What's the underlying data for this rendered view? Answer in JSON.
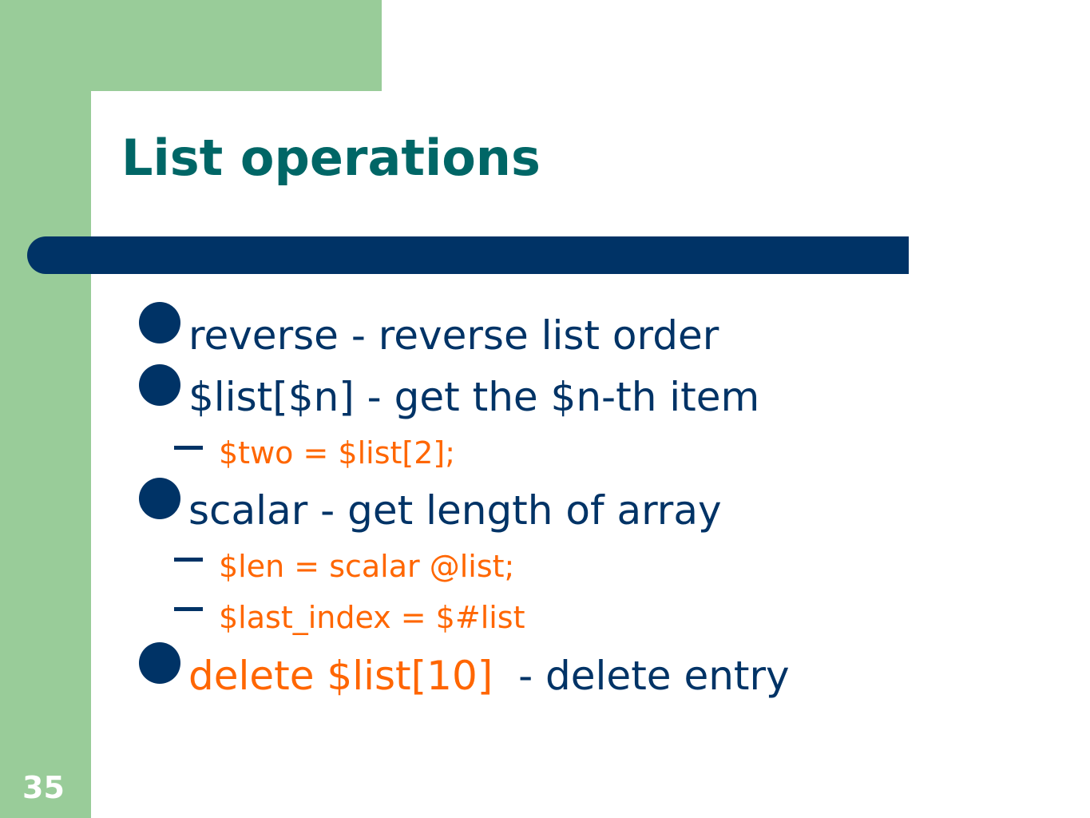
{
  "slide": {
    "title": "List operations",
    "number": "35",
    "colors": {
      "background_accent": "#99cc99",
      "title": "#006666",
      "bar": "#003366",
      "text": "#003366",
      "code": "#ff6600"
    }
  },
  "bullets": [
    {
      "text": "reverse - reverse list order"
    },
    {
      "text": "$list[$n] - get the $n-th item"
    },
    {
      "sub": "$two = $list[2];"
    },
    {
      "text": "scalar - get length of array"
    },
    {
      "sub": "$len = scalar @list;"
    },
    {
      "sub": "$last_index = $#list"
    },
    {
      "code": "delete $list[10]",
      "rest": "  - delete entry"
    }
  ]
}
